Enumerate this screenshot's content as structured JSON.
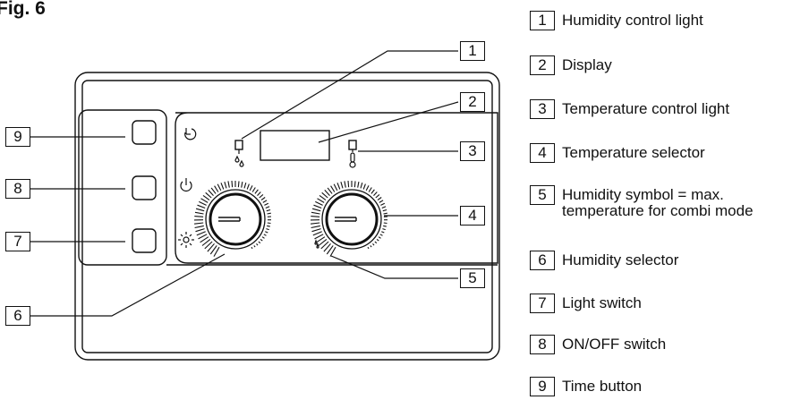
{
  "figure": {
    "title": "Fig. 6"
  },
  "callouts": [
    "1",
    "2",
    "3",
    "4",
    "5",
    "6",
    "7",
    "8",
    "9"
  ],
  "legend": [
    {
      "num": "1",
      "lines": [
        "Humidity control light"
      ]
    },
    {
      "num": "2",
      "lines": [
        "Display"
      ]
    },
    {
      "num": "3",
      "lines": [
        "Temperature control light"
      ]
    },
    {
      "num": "4",
      "lines": [
        "Temperature selector"
      ]
    },
    {
      "num": "5",
      "lines": [
        "Humidity symbol = max.",
        "temperature for combi mode"
      ]
    },
    {
      "num": "6",
      "lines": [
        "Humidity selector"
      ]
    },
    {
      "num": "7",
      "lines": [
        "Light switch"
      ]
    },
    {
      "num": "8",
      "lines": [
        "ON/OFF switch"
      ]
    },
    {
      "num": "9",
      "lines": [
        "Time button"
      ]
    }
  ],
  "icons": {
    "time": "clock-icon",
    "power": "power-icon",
    "light": "sun-icon",
    "humidity": "droplets-icon",
    "temperature": "thermometer-icon"
  },
  "colors": {
    "line": "#111111",
    "background": "#ffffff"
  }
}
